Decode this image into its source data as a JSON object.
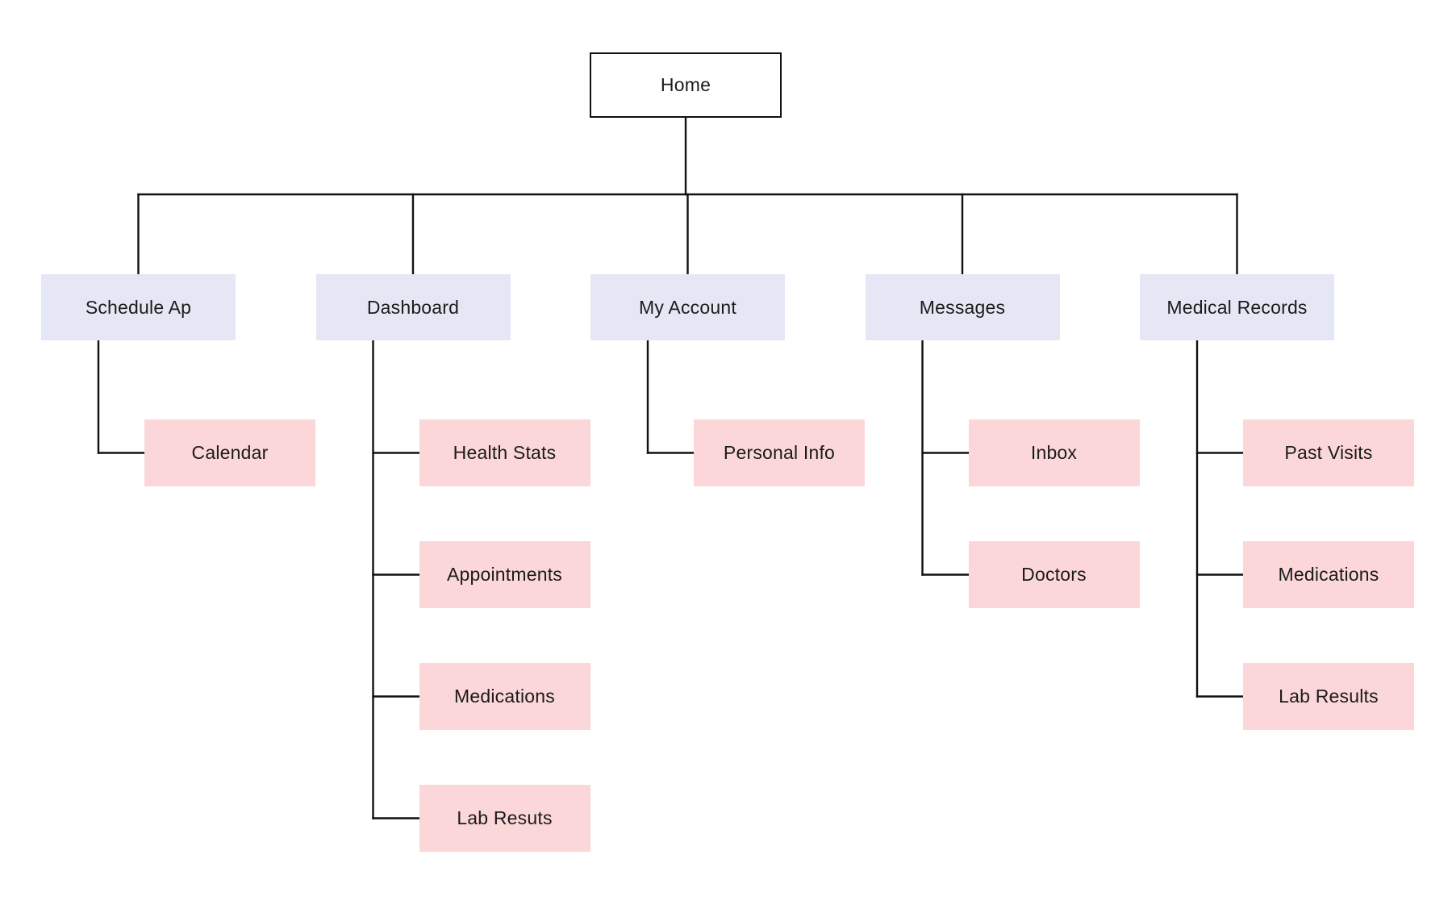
{
  "root": {
    "label": "Home"
  },
  "colors": {
    "root_fill": "#ffffff",
    "section_fill": "#e6e7f5",
    "page_fill": "#fcd7d9",
    "connector": "#111111"
  },
  "sections": [
    {
      "label": "Schedule Ap",
      "children": [
        {
          "label": "Calendar"
        }
      ]
    },
    {
      "label": "Dashboard",
      "children": [
        {
          "label": "Health Stats"
        },
        {
          "label": "Appointments"
        },
        {
          "label": "Medications"
        },
        {
          "label": "Lab Resuts"
        }
      ]
    },
    {
      "label": "My Account",
      "children": [
        {
          "label": "Personal Info"
        }
      ]
    },
    {
      "label": "Messages",
      "children": [
        {
          "label": "Inbox"
        },
        {
          "label": "Doctors"
        }
      ]
    },
    {
      "label": "Medical Records",
      "children": [
        {
          "label": "Past Visits"
        },
        {
          "label": "Medications"
        },
        {
          "label": "Lab Results"
        }
      ]
    }
  ]
}
